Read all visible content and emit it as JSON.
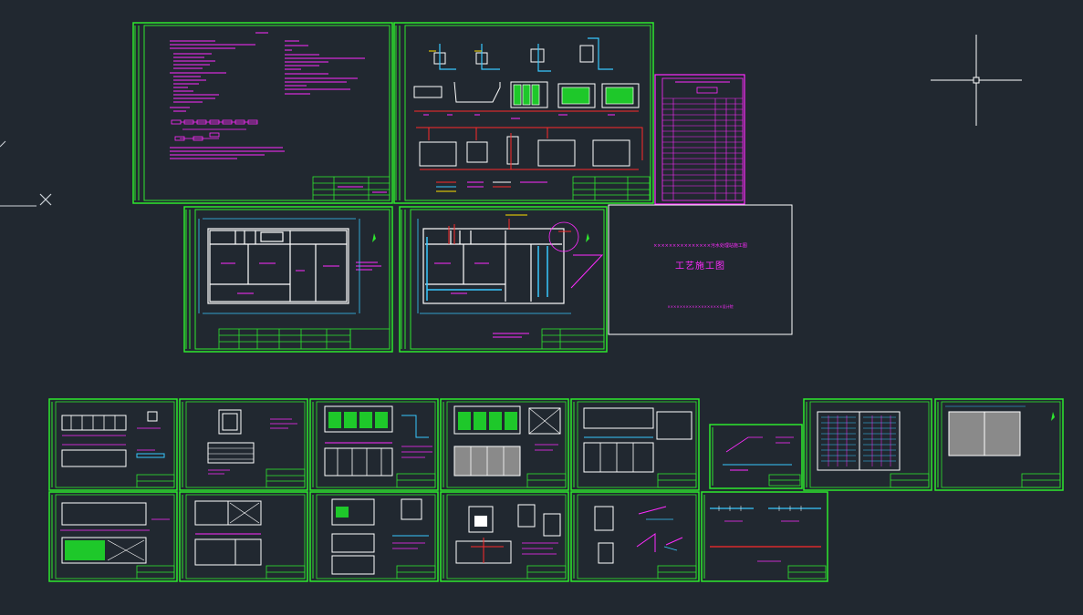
{
  "app": {
    "view": "model-space",
    "drawing_set_title": "工艺施工图",
    "background_color": "#212830",
    "layer_colors": {
      "frame": "#2ee82e",
      "annotation": "#ff2bff",
      "pipe": "#38c8ff",
      "piping": "#ff2a2a",
      "linework": "#ffffff",
      "fill": "#1ec82a",
      "highlight": "#ffe000"
    }
  },
  "cover": {
    "title": "工艺施工图",
    "header": "×××××××××××××××污水处理站施工图",
    "footer": "××××××××××××××××××设计院"
  },
  "sheets": [
    {
      "id": "general-notes",
      "kind": "notes"
    },
    {
      "id": "process-flow",
      "kind": "flow"
    },
    {
      "id": "drawing-index",
      "kind": "index"
    },
    {
      "id": "site-plan",
      "kind": "plan"
    },
    {
      "id": "piping-plan",
      "kind": "plan"
    },
    {
      "id": "cover-sheet",
      "kind": "cover"
    },
    {
      "id": "detail-01",
      "kind": "detail"
    },
    {
      "id": "detail-02",
      "kind": "detail"
    },
    {
      "id": "detail-03",
      "kind": "detail"
    },
    {
      "id": "detail-04",
      "kind": "detail"
    },
    {
      "id": "detail-05",
      "kind": "detail"
    },
    {
      "id": "detail-06",
      "kind": "detail"
    },
    {
      "id": "detail-07",
      "kind": "detail"
    },
    {
      "id": "detail-08",
      "kind": "detail"
    },
    {
      "id": "detail-09",
      "kind": "detail"
    },
    {
      "id": "detail-10",
      "kind": "detail"
    },
    {
      "id": "detail-11",
      "kind": "detail"
    },
    {
      "id": "detail-12",
      "kind": "detail"
    },
    {
      "id": "detail-13",
      "kind": "detail"
    },
    {
      "id": "detail-14",
      "kind": "detail"
    }
  ],
  "icons": {
    "crosshair": "crosshair-cursor-icon",
    "ucs": "ucs-axis-icon"
  }
}
